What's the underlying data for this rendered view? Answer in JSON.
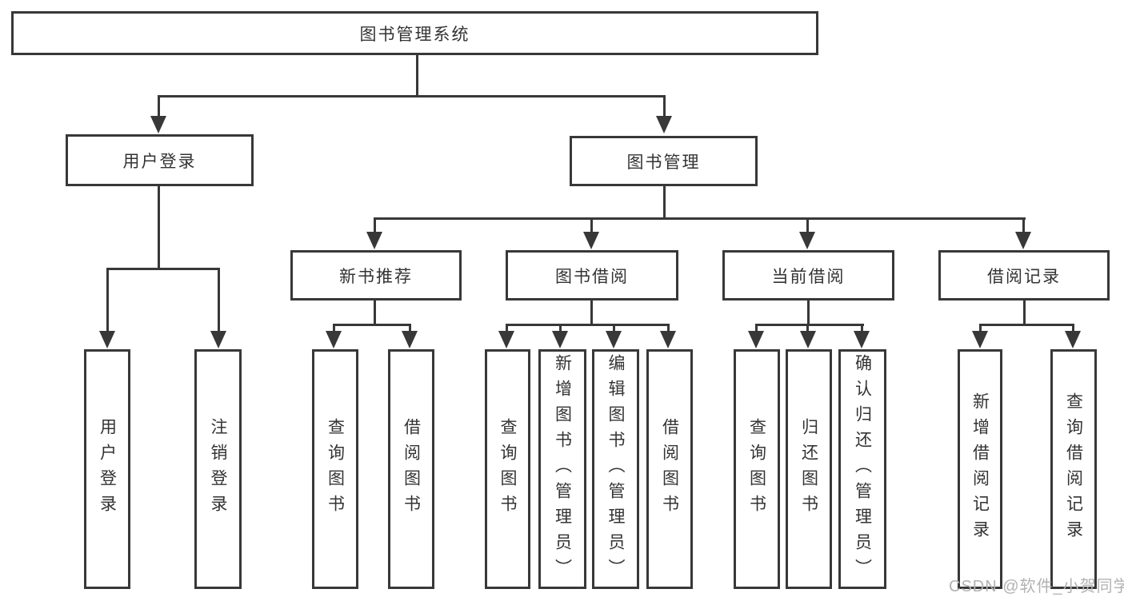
{
  "diagram": {
    "root": "图书管理系统",
    "branches": [
      {
        "label": "用户登录",
        "children": [
          "用户登录",
          "注销登录"
        ]
      },
      {
        "label": "图书管理",
        "groups": [
          {
            "label": "新书推荐",
            "children": [
              "查询图书",
              "借阅图书"
            ]
          },
          {
            "label": "图书借阅",
            "children": [
              "查询图书",
              "新增图书（管理员）",
              "编辑图书（管理员）",
              "借阅图书"
            ]
          },
          {
            "label": "当前借阅",
            "children": [
              "查询图书",
              "归还图书",
              "确认归还（管理员）"
            ]
          },
          {
            "label": "借阅记录",
            "children": [
              "新增借阅记录",
              "查询借阅记录"
            ]
          }
        ]
      }
    ]
  },
  "colors": {
    "line": "#383838",
    "text": "#333333",
    "watermark": "#b2b2b2",
    "background": "#ffffff"
  },
  "watermark": "CSDN @软件_小贺同学"
}
